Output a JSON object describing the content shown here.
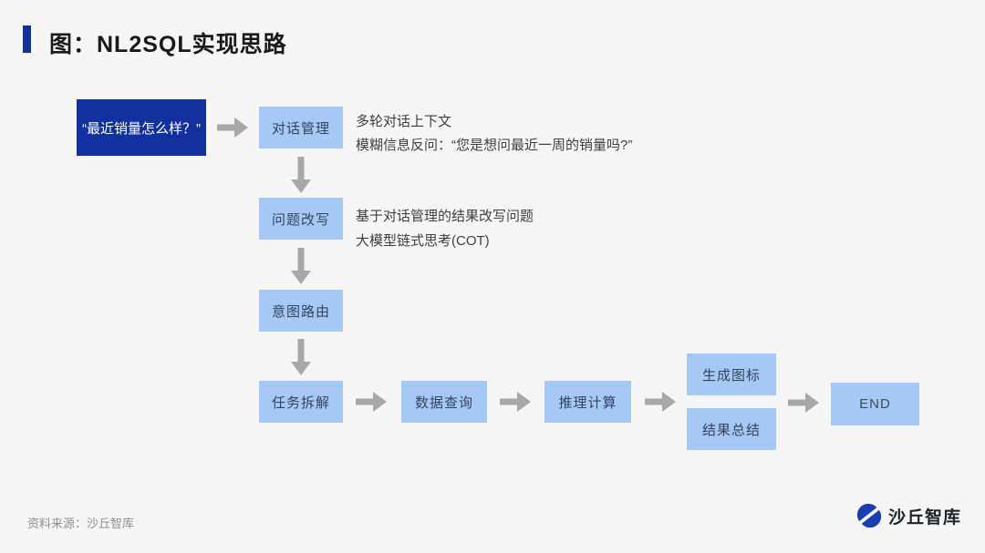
{
  "header": {
    "title": "图：NL2SQL实现思路"
  },
  "diagram": {
    "start_query": "“最近销量怎么样？”",
    "steps": [
      {
        "label": "对话管理",
        "notes": [
          "多轮对话上下文",
          "模糊信息反问：“您是想问最近一周的销量吗?”"
        ]
      },
      {
        "label": "问题改写",
        "notes": [
          "基于对话管理的结果改写问题",
          "大模型链式思考(COT)"
        ]
      },
      {
        "label": "意图路由",
        "notes": []
      },
      {
        "label": "任务拆解",
        "notes": []
      },
      {
        "label": "数据查询",
        "notes": []
      },
      {
        "label": "推理计算",
        "notes": []
      },
      {
        "label": "生成图标",
        "notes": []
      },
      {
        "label": "结果总结",
        "notes": []
      },
      {
        "label": "END",
        "notes": []
      }
    ]
  },
  "footer": {
    "source": "资料来源：沙丘智库",
    "brand": "沙丘智库"
  },
  "colors": {
    "bg": "#f5f5f6",
    "primary": "#12309e",
    "node_fill": "#a6c8f4",
    "node_text": "#36435f",
    "arrow": "#a8a8a8",
    "text": "#3f3f3f",
    "title": "#1a1a1a",
    "muted": "#8f8f8f",
    "brand_blue": "#1b3db4"
  }
}
